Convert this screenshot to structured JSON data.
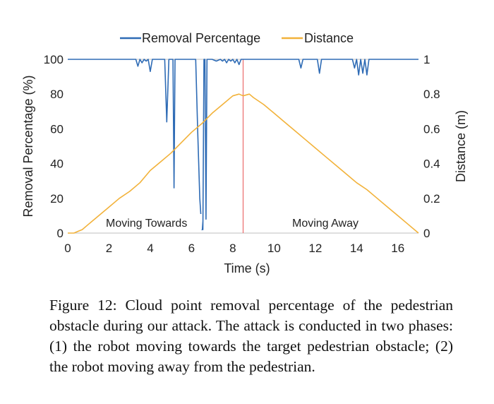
{
  "chart_data": {
    "type": "line",
    "legend": [
      "Removal Percentage",
      "Distance"
    ],
    "legend_position": "top-center",
    "xlabel": "Time (s)",
    "ylabel_left": "Removal Percentage (%)",
    "ylabel_right": "Distance (m)",
    "x_ticks": [
      "0",
      "2",
      "4",
      "6",
      "8",
      "10",
      "12",
      "14",
      "16"
    ],
    "y_left_ticks": [
      "0",
      "20",
      "40",
      "60",
      "80",
      "100"
    ],
    "y_right_ticks": [
      "0",
      "0.2",
      "0.4",
      "0.6",
      "0.8",
      "1"
    ],
    "xlim": [
      0,
      17
    ],
    "ylim_left": [
      0,
      100
    ],
    "ylim_right": [
      0,
      1
    ],
    "grid": false,
    "colors": {
      "removal": "#2e6bb5",
      "distance": "#f2b23a",
      "divider": "#ec6b6b"
    },
    "phase_divider_x": 8.5,
    "annotations": [
      "Moving Towards",
      "Moving Away"
    ],
    "series": [
      {
        "name": "Removal Percentage",
        "axis": "left",
        "x": [
          0,
          3.3,
          3.4,
          3.5,
          3.6,
          3.7,
          3.8,
          3.9,
          4.0,
          4.1,
          4.2,
          4.3,
          4.5,
          4.6,
          4.7,
          4.8,
          4.9,
          5.0,
          5.05,
          5.1,
          5.15,
          5.2,
          5.3,
          5.4,
          5.5,
          5.6,
          5.7,
          5.8,
          5.9,
          6.0,
          6.1,
          6.2,
          6.3,
          6.4,
          6.5,
          6.55,
          6.6,
          6.65,
          6.7,
          6.75,
          6.8,
          6.9,
          7.0,
          7.2,
          7.4,
          7.5,
          7.6,
          7.7,
          7.8,
          7.9,
          8.0,
          8.1,
          8.2,
          8.3,
          8.4,
          8.5,
          11.2,
          11.3,
          11.4,
          12.1,
          12.2,
          12.3,
          13.8,
          13.9,
          14.0,
          14.1,
          14.2,
          14.3,
          14.4,
          14.5,
          14.6,
          14.7,
          17
        ],
        "y": [
          100,
          100,
          96,
          100,
          98,
          100,
          99,
          100,
          93,
          100,
          100,
          100,
          100,
          100,
          100,
          64,
          100,
          100,
          100,
          100,
          26,
          100,
          100,
          100,
          100,
          100,
          100,
          100,
          100,
          100,
          100,
          100,
          58,
          20,
          2,
          2,
          100,
          100,
          8,
          100,
          100,
          100,
          100,
          99,
          100,
          99,
          100,
          98,
          100,
          99,
          100,
          98,
          100,
          97,
          100,
          100,
          100,
          95,
          100,
          100,
          92,
          100,
          100,
          95,
          100,
          91,
          100,
          92,
          100,
          91,
          100,
          100,
          100
        ]
      },
      {
        "name": "Distance",
        "axis": "right",
        "x": [
          0,
          0.3,
          0.5,
          0.7,
          1.0,
          1.5,
          2.0,
          2.5,
          3.0,
          3.5,
          4.0,
          4.5,
          5.0,
          5.5,
          6.0,
          6.5,
          7.0,
          7.5,
          8.0,
          8.3,
          8.5,
          8.8,
          9.0,
          9.5,
          10.0,
          10.5,
          11.0,
          11.5,
          12.0,
          12.5,
          13.0,
          13.5,
          14.0,
          14.5,
          15.0,
          15.5,
          16.0,
          16.5,
          16.8,
          17.0
        ],
        "y": [
          0.0,
          0.0,
          0.01,
          0.02,
          0.05,
          0.1,
          0.15,
          0.2,
          0.24,
          0.29,
          0.36,
          0.41,
          0.46,
          0.52,
          0.58,
          0.63,
          0.69,
          0.74,
          0.79,
          0.8,
          0.79,
          0.8,
          0.78,
          0.74,
          0.69,
          0.64,
          0.59,
          0.54,
          0.49,
          0.44,
          0.39,
          0.34,
          0.29,
          0.25,
          0.2,
          0.15,
          0.1,
          0.05,
          0.02,
          0.0
        ]
      }
    ]
  },
  "caption": "Figure 12: Cloud point removal percentage of the pedestrian obstacle during our attack. The attack is conducted in two phases: (1) the robot moving towards the target pedestrian obstacle; (2) the robot moving away from the pedestrian."
}
